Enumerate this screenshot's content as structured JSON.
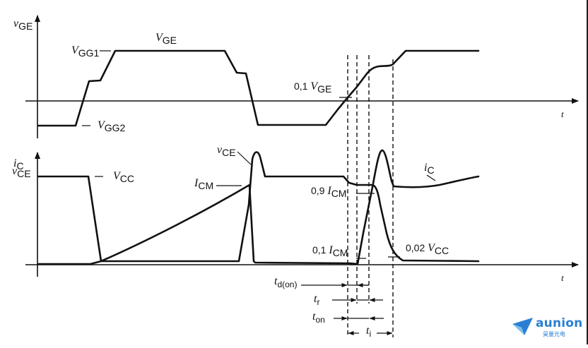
{
  "diagram": {
    "title": "IGBT turn-on switching waveforms",
    "top_plot": {
      "y_axis_label": {
        "main": "v",
        "sub": "GE"
      },
      "x_axis_label": "t",
      "curve_label": {
        "main": "V",
        "sub": "GE"
      },
      "level_high": {
        "main": "V",
        "sub": "GG1"
      },
      "level_low": {
        "main": "V",
        "sub": "GG2"
      },
      "threshold": {
        "prefix": "0,1 ",
        "main": "V",
        "sub": "GE"
      }
    },
    "bottom_plot": {
      "y_axis_label_1": {
        "main": "i",
        "sub": "C"
      },
      "y_axis_label_2": {
        "main": "v",
        "sub": "CE"
      },
      "x_axis_label": "t",
      "vcc_level": {
        "main": "V",
        "sub": "CC"
      },
      "vce_label": {
        "main": "v",
        "sub": "CE"
      },
      "icm_label": {
        "main": "I",
        "sub": "CM"
      },
      "ic_label": {
        "main": "i",
        "sub": "C"
      },
      "icm_90": {
        "prefix": "0,9 ",
        "main": "I",
        "sub": "CM"
      },
      "icm_10": {
        "prefix": "0,1 ",
        "main": "I",
        "sub": "CM"
      },
      "vcc_2": {
        "prefix": "0,02 ",
        "main": "V",
        "sub": "CC"
      }
    },
    "timing": {
      "td_on": {
        "main": "t",
        "sub": "d(on)"
      },
      "t_r": {
        "main": "t",
        "sub": "r"
      },
      "t_on": {
        "main": "t",
        "sub": "on"
      },
      "t_i": {
        "main": "t",
        "sub": "i"
      }
    }
  },
  "watermark": {
    "brand": "aunion",
    "brand_cn": "昊量光电",
    "color": "#2a7fd4"
  }
}
